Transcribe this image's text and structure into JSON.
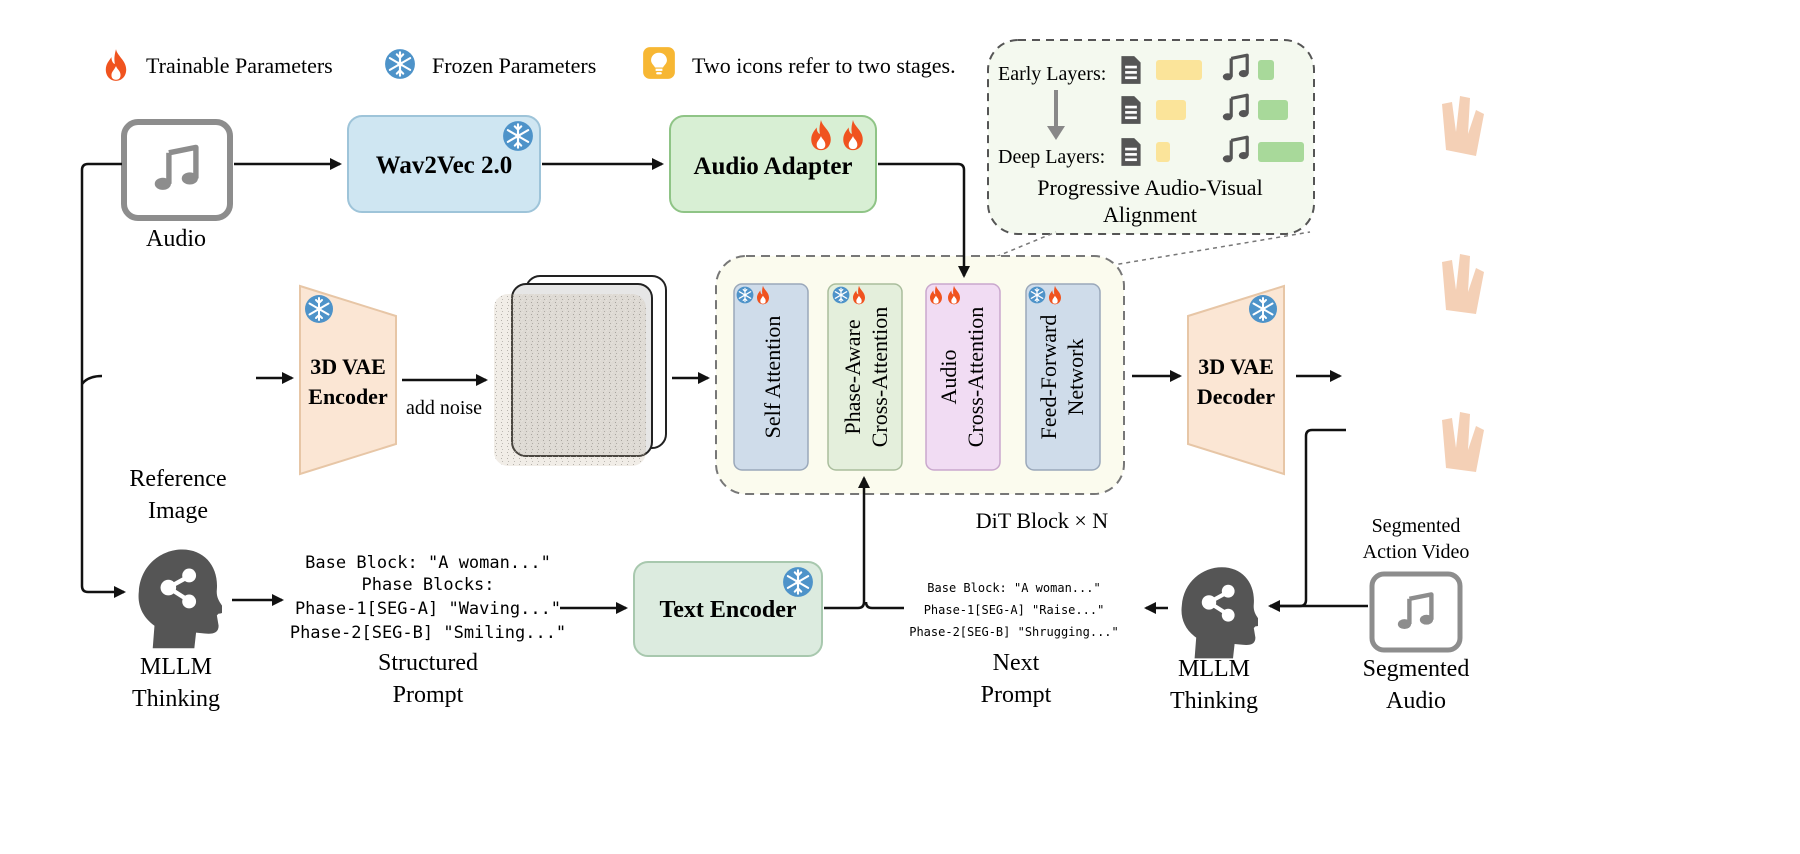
{
  "legend": {
    "trainable": "Trainable Parameters",
    "frozen": "Frozen Parameters",
    "stages": "Two icons refer to two stages."
  },
  "audio_input": {
    "label": "Audio"
  },
  "wav2vec": {
    "label": "Wav2Vec 2.0"
  },
  "audio_adapter": {
    "label": "Audio Adapter"
  },
  "alignment": {
    "early": "Early Layers:",
    "deep": "Deep Layers:",
    "caption_line1": "Progressive Audio-Visual",
    "caption_line2": "Alignment"
  },
  "reference_image": {
    "label_line1": "Reference",
    "label_line2": "Image"
  },
  "vae_encoder": {
    "line1": "3D VAE",
    "line2": "Encoder"
  },
  "add_noise": "add noise",
  "dit": {
    "self_attention": "Self Attention",
    "phase_aware_line1": "Phase-Aware",
    "phase_aware_line2": "Cross-Attention",
    "audio_ca_line1": "Audio",
    "audio_ca_line2": "Cross-Attention",
    "ffn_line1": "Feed-Forward",
    "ffn_line2": "Network",
    "caption": "DiT Block × N"
  },
  "vae_decoder": {
    "line1": "3D VAE",
    "line2": "Decoder"
  },
  "output_video": {
    "label_line1": "Segmented",
    "label_line2": "Action Video"
  },
  "mllm_left": {
    "line1": "MLLM",
    "line2": "Thinking"
  },
  "structured_prompt": {
    "lines": [
      "Base Block: \"A woman...\"",
      "Phase Blocks:",
      "Phase-1[SEG-A] \"Waving...\"",
      "Phase-2[SEG-B] \"Smiling...\""
    ],
    "caption_line1": "Structured",
    "caption_line2": "Prompt"
  },
  "text_encoder": {
    "label": "Text Encoder"
  },
  "next_prompt": {
    "lines": [
      "Base Block: \"A woman...\"",
      "Phase-1[SEG-A] \"Raise...\"",
      "Phase-2[SEG-B] \"Shrugging...\""
    ],
    "caption_line1": "Next",
    "caption_line2": "Prompt"
  },
  "mllm_right": {
    "line1": "MLLM",
    "line2": "Thinking"
  },
  "segmented_audio": {
    "line1": "Segmented",
    "line2": "Audio"
  },
  "colors": {
    "wav2vec_fill": "#cfe6f2",
    "adapter_fill": "#d8efd4",
    "vae_fill": "#fbe6d4",
    "self_attn_fill": "#cfdcea",
    "phase_fill": "#e4efdc",
    "audio_ca_fill": "#f1dcf3",
    "ffn_fill": "#cfdcea",
    "text_enc_fill": "#dcebdf",
    "flame": "#f0531f",
    "snow": "#4e93c9",
    "bulb": "#f7b733"
  }
}
